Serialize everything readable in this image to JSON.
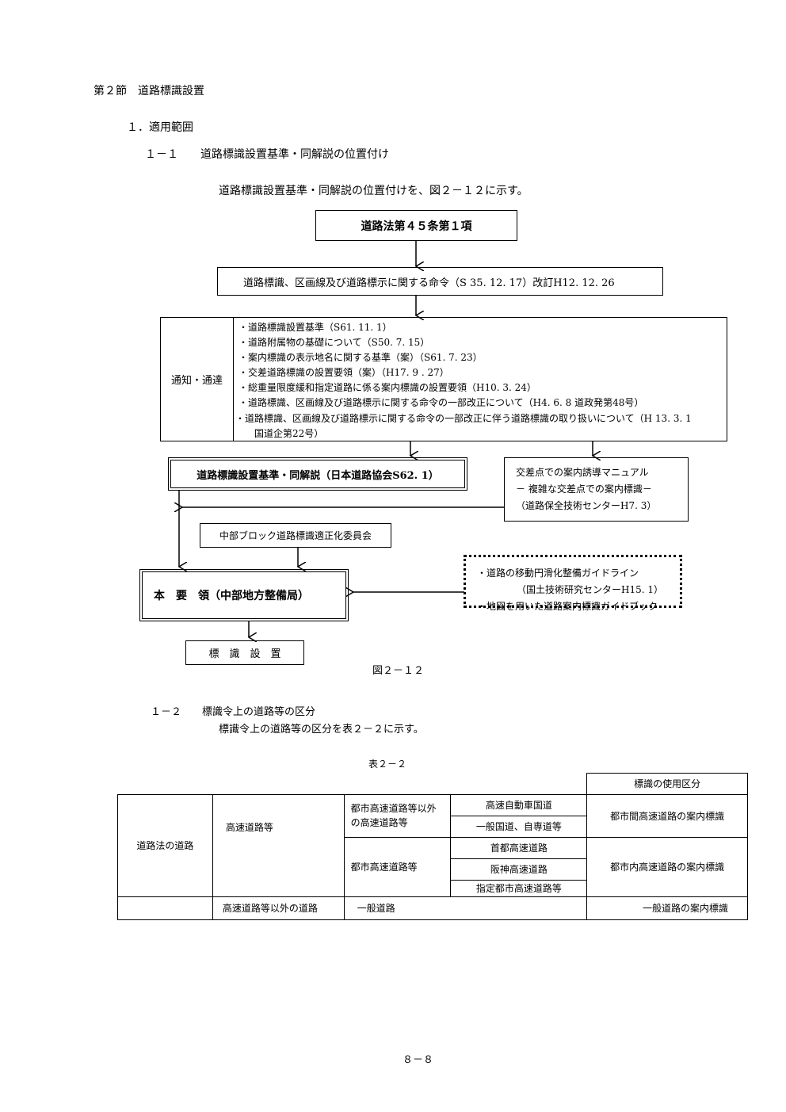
{
  "section_title": "第２節　道路標識設置",
  "subsection_1": "１．適用範囲",
  "item_1_1": "１－１　　道路標識設置基準・同解説の位置付け",
  "intro_text": "道路標識設置基準・同解説の位置付けを、図２－１２に示す。",
  "diagram": {
    "law": "道路法第４５条第１項",
    "order": "道路標識、区画線及び道路標示に関する命令（S 35. 12. 17）改訂H12. 12. 26",
    "notice_label": "通知・通達",
    "notices": [
      "・道路標識設置基準（S61. 11. 1）",
      "・道路附属物の基礎について（S50. 7. 15）",
      "・案内標識の表示地名に関する基準（案）（S61. 7. 23）",
      "・交差道路標識の設置要領（案）（H17. 9 . 27）",
      "・総重量限度緩和指定道路に係る案内標識の設置要領（H10. 3. 24）",
      "・道路標識、区画線及び道路標示に関する命令の一部改正について（H4. 6. 8 道政発第48号）",
      "・道路標識、区画線及び道路標示に関する命令の一部改正に伴う道路標識の取り扱いについて（H 13. 3. 1",
      "国道企第22号）"
    ],
    "standard": "道路標識設置基準・同解説（日本道路協会S62. 1）",
    "manual_lines": [
      "交差点での案内誘導マニュアル",
      "－ 複雑な交差点での案内標識－",
      "（道路保全技術センターH7. 3）"
    ],
    "committee": "中部ブロック道路標識適正化委員会",
    "guidelines": [
      "・道路の移動円滑化整備ガイドライン",
      "（国土技術研究センターH15. 1）",
      "・地図を用いた道路案内標識ガイドブック"
    ],
    "main_label_a": "本　要　領",
    "main_label_b": "（中部地方整備局）",
    "sign_install": "標　識　設　置",
    "caption": "図２－１２"
  },
  "item_1_2": "１－２　　標識令上の道路等の区分",
  "item_1_2_text": "標識令上の道路等の区分を表２－２に示す。",
  "table_caption": "表２－２",
  "table": {
    "usage_header": "標識の使用区分",
    "road_law": "道路法の道路",
    "expressway": "高速道路等",
    "non_urban_expressway": "都市高速道路等以外の高速道路等",
    "urban_expressway": "都市高速道路等",
    "national_expressway": "高速自動車国道",
    "general_national": "一般国道、自専道等",
    "shuto": "首都高速道路",
    "hanshin": "阪神高速道路",
    "designated_urban": "指定都市高速道路等",
    "inter_city_usage": "都市間高速道路の案内標識",
    "intra_city_usage": "都市内高速道路の案内標識",
    "non_expressway": "高速道路等以外の道路",
    "general_road": "一般道路",
    "general_usage": "一般道路の案内標識"
  },
  "page_number": "８－８"
}
